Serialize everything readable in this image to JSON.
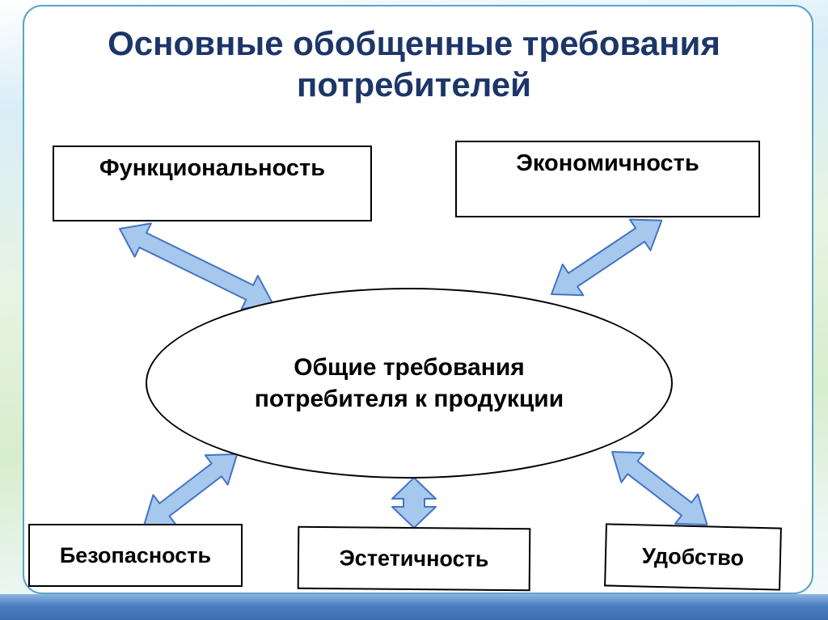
{
  "slide": {
    "title": "Основные обобщенные требования потребителей"
  },
  "diagram": {
    "center_label": "Общие требования потребителя к продукции",
    "boxes": {
      "functionality": "Функциональность",
      "economy": "Экономичность",
      "safety": "Безопасность",
      "aesthetics": "Эстетичность",
      "convenience": "Удобство"
    },
    "arrows": [
      "arrow-functionality-center",
      "arrow-economy-center",
      "arrow-safety-center",
      "arrow-aesthetics-center",
      "arrow-convenience-center"
    ],
    "colors": {
      "title": "#1c3668",
      "arrow_fill": "#a6c8ec",
      "arrow_stroke": "#4473c5",
      "box_border": "#000000",
      "frame_border": "#57a6c2",
      "bottom_bar": "#4a7ec0"
    }
  }
}
